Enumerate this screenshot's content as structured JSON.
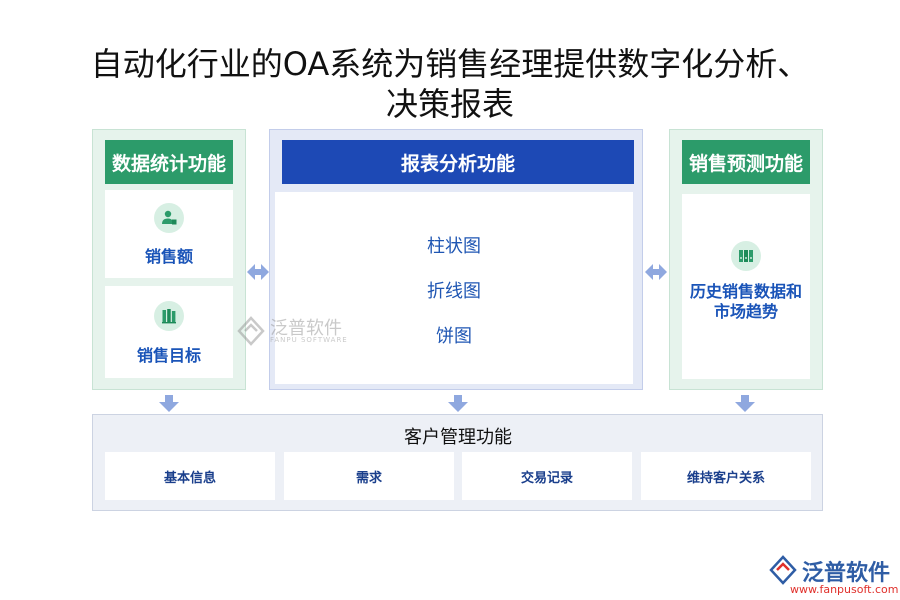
{
  "title": {
    "line1": "自动化行业的OA系统为销售经理提供数字化分析、",
    "line2": "决策报表"
  },
  "left_panel": {
    "header": "数据统计功能",
    "cards": [
      {
        "label": "销售额",
        "icon": "person-stamp-icon"
      },
      {
        "label": "销售目标",
        "icon": "books-icon"
      }
    ]
  },
  "center_panel": {
    "header": "报表分析功能",
    "items": [
      "柱状图",
      "折线图",
      "饼图"
    ]
  },
  "right_panel": {
    "header": "销售预测功能",
    "card": {
      "label_line1": "历史销售数据和",
      "label_line2": "市场趋势",
      "icon": "binders-icon"
    }
  },
  "bottom_panel": {
    "header": "客户管理功能",
    "items": [
      "基本信息",
      "需求",
      "交易记录",
      "维持客户关系"
    ]
  },
  "watermark": {
    "name": "泛普软件",
    "sub": "FANPU SOFTWARE"
  },
  "brand": {
    "name": "泛普软件",
    "url": "www.fanpusoft.com"
  },
  "colors": {
    "green_header": "#2c9b6a",
    "blue_header": "#1d49b5",
    "label_blue": "#1a54b8",
    "arrow_blue": "#8fa8df"
  }
}
